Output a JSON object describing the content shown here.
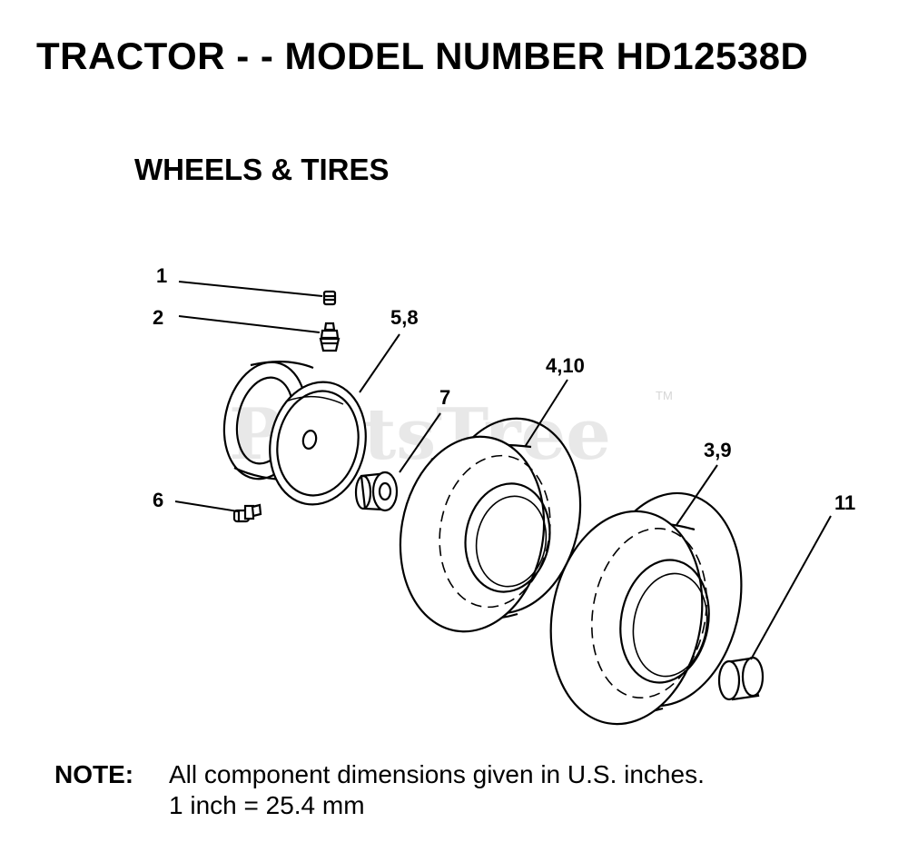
{
  "title": "TRACTOR - - MODEL NUMBER HD12538D",
  "subtitle": "WHEELS & TIRES",
  "watermark": {
    "text": "PartsTree",
    "mark": "TM"
  },
  "callouts": {
    "c1": "1",
    "c2": "2",
    "c58": "5,8",
    "c410": "4,10",
    "c7": "7",
    "c39": "3,9",
    "c6": "6",
    "c11": "11"
  },
  "parts": {
    "p1": "valve-cap-icon",
    "p2": "valve-stem-icon",
    "p58": "wheel-rim-icon",
    "p7": "bushing-icon",
    "p410": "front-tire-icon",
    "p39": "rear-tire-icon",
    "p6": "grease-fitting-icon",
    "p11": "hub-cap-icon"
  },
  "note": {
    "label": "NOTE:",
    "line1": "All component dimensions given in U.S. inches.",
    "line2": "1 inch = 25.4 mm"
  }
}
